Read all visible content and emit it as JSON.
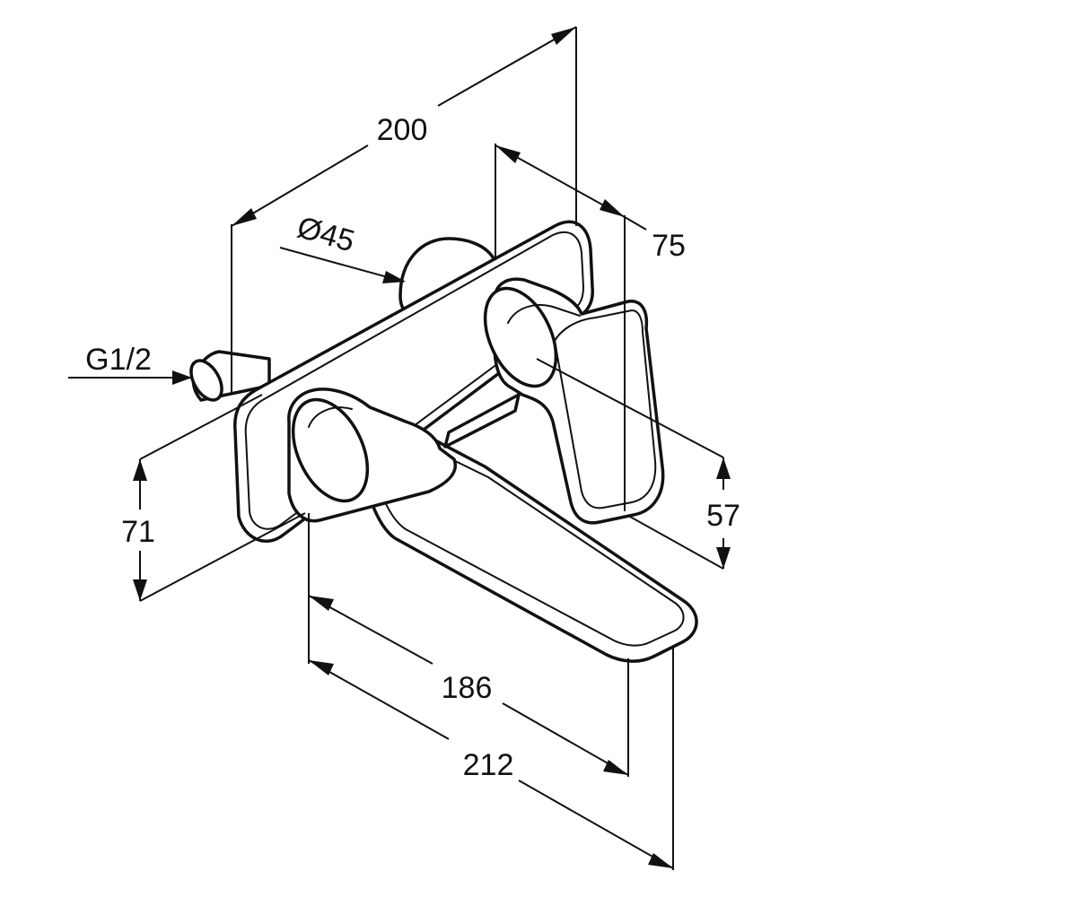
{
  "diagram": {
    "dimensions": {
      "width_total": "200",
      "depth_handle": "75",
      "pipe_diameter": "Ø45",
      "thread": "G1/2",
      "height_left": "71",
      "height_right": "57",
      "spout_projection": "186",
      "overall_projection": "212"
    },
    "colors": {
      "line": "#111111",
      "background": "#ffffff"
    }
  }
}
